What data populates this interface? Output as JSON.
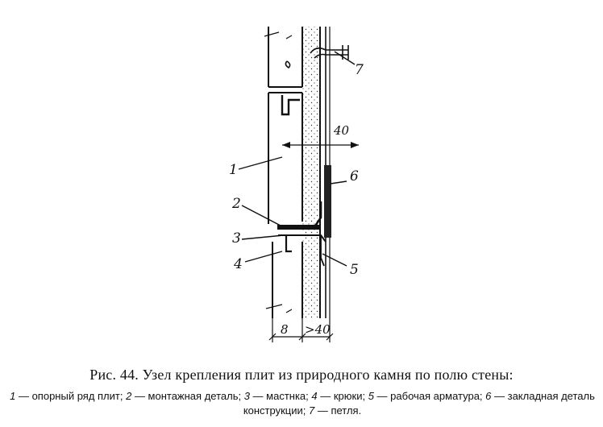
{
  "figure": {
    "callouts": [
      "1",
      "2",
      "3",
      "4",
      "5",
      "6",
      "7"
    ],
    "dimensions": {
      "gap_top": "40",
      "bottom_left": "8",
      "bottom_right": ">40"
    }
  },
  "caption": {
    "title": "Рис. 44. Узел крепления плит из природного камня по полю стены:",
    "legend": [
      {
        "num": "1",
        "text": " — опорный ряд плит; "
      },
      {
        "num": "2",
        "text": " — монтажная деталь; "
      },
      {
        "num": "3",
        "text": " — мастнка; "
      },
      {
        "num": "4",
        "text": " — крюки; "
      },
      {
        "num": "5",
        "text": " — рабочая арматура; "
      },
      {
        "num": "6",
        "text": " — закладная деталь конструкции; "
      },
      {
        "num": "7",
        "text": " — петля."
      }
    ]
  }
}
